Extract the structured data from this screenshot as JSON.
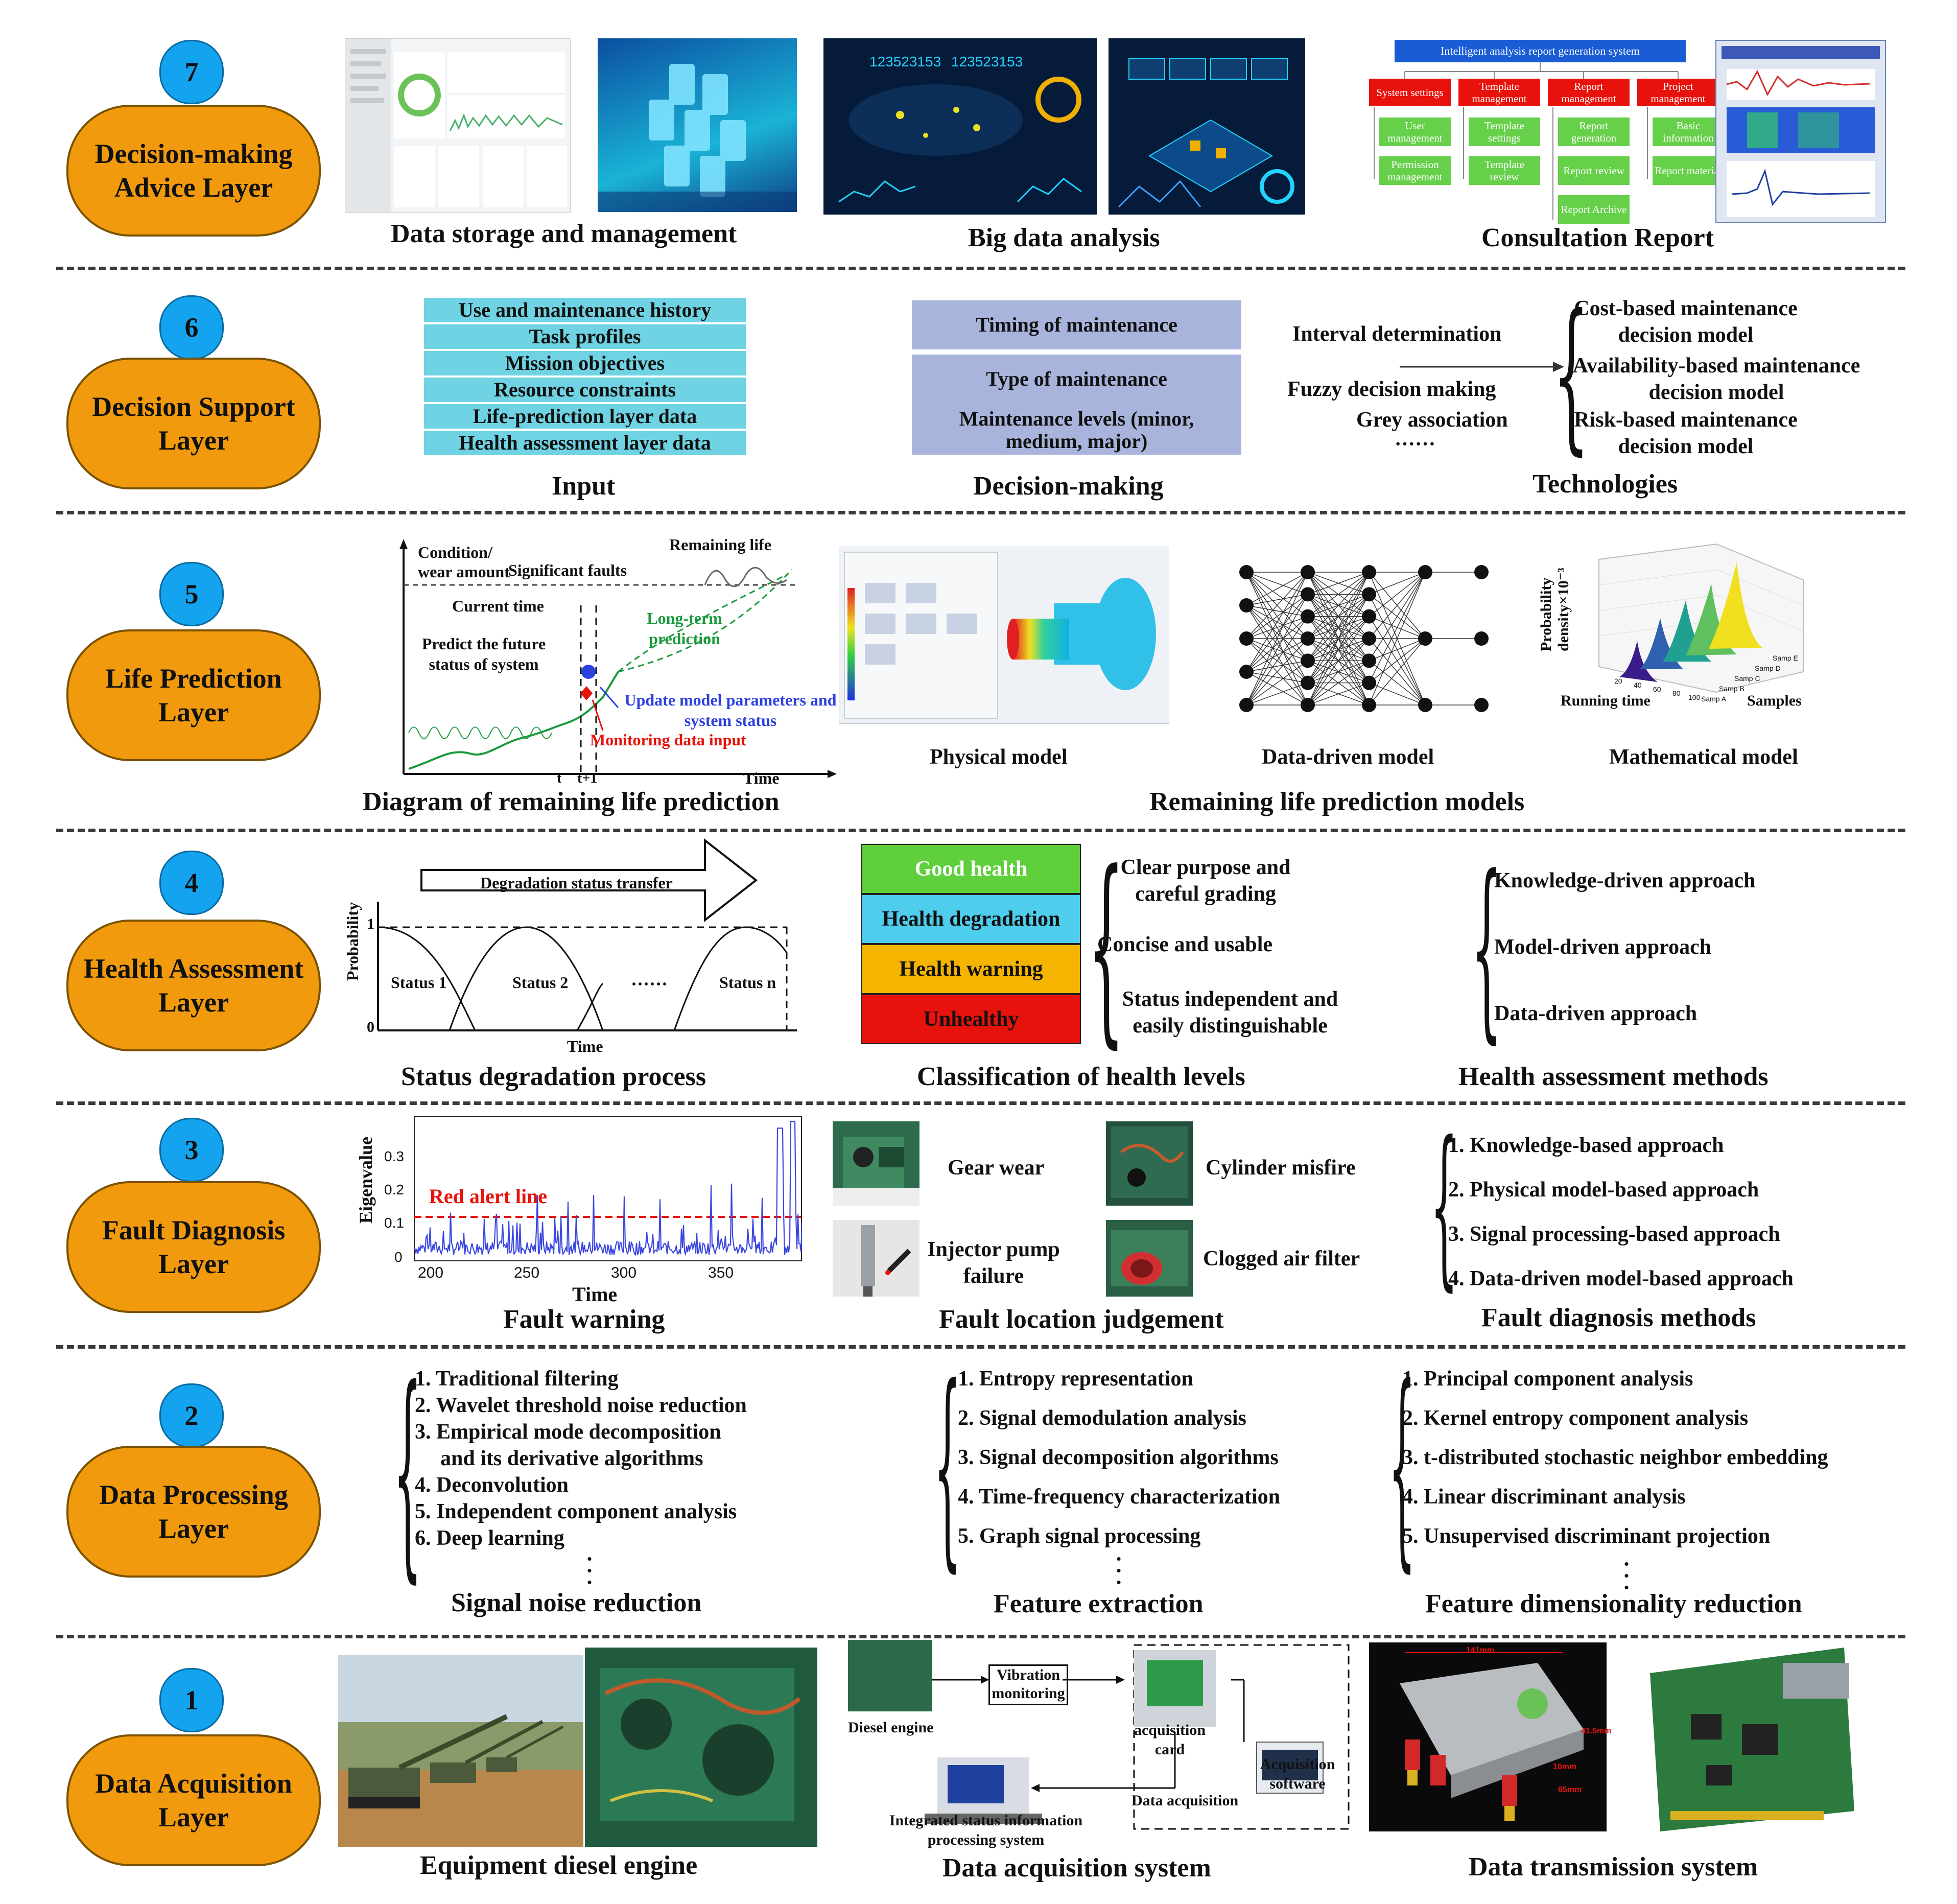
{
  "layers": [
    {
      "num": "7",
      "name": "Decision-making Advice Layer"
    },
    {
      "num": "6",
      "name": "Decision Support Layer"
    },
    {
      "num": "5",
      "name": "Life Prediction Layer"
    },
    {
      "num": "4",
      "name": "Health Assessment Layer"
    },
    {
      "num": "3",
      "name": "Fault Diagnosis Layer"
    },
    {
      "num": "2",
      "name": "Data Processing Layer"
    },
    {
      "num": "1",
      "name": "Data Acquisition Layer"
    }
  ],
  "l7": {
    "cap_storage": "Data storage and management",
    "cap_bigdata": "Big data analysis",
    "cap_report": "Consultation Report",
    "report_title": "Intelligent analysis report generation system",
    "report_cols": [
      {
        "head": "System settings",
        "items": [
          "User management",
          "Permission management"
        ]
      },
      {
        "head": "Template management",
        "items": [
          "Template settings",
          "Template review"
        ]
      },
      {
        "head": "Report management",
        "items": [
          "Report generation",
          "Report review",
          "Report Archive"
        ]
      },
      {
        "head": "Project management",
        "items": [
          "Basic information",
          "Report material"
        ]
      }
    ],
    "dash_nums": [
      "123523153",
      "123523153"
    ]
  },
  "l6": {
    "inputs": [
      "Use and maintenance history",
      "Task profiles",
      "Mission objectives",
      "Resource constraints",
      "Life-prediction layer data",
      "Health assessment layer data"
    ],
    "decisions": [
      "Timing of maintenance",
      "Type of maintenance",
      "Maintenance levels (minor, medium, major)"
    ],
    "tech_left": [
      "Interval determination",
      "Fuzzy decision making",
      "Grey association",
      "······"
    ],
    "tech_right": [
      "Cost-based maintenance decision model",
      "Availability-based maintenance decision model",
      "Risk-based maintenance decision model"
    ],
    "cap_input": "Input",
    "cap_decision": "Decision-making",
    "cap_tech": "Technologies"
  },
  "l5": {
    "ylabel": "Condition/ wear amount",
    "sig_faults": "Significant faults",
    "remaining": "Remaining life",
    "current": "Current time",
    "predict": "Predict the future status of system",
    "longterm": "Long-term prediction",
    "update": "Update model parameters and system status",
    "monitor": "Monitoring data input",
    "t": "t",
    "t1": "t+1",
    "time": "Time",
    "cap_diagram": "Diagram of remaining life prediction",
    "m_physical": "Physical model",
    "m_data": "Data-driven model",
    "m_math": "Mathematical model",
    "cap_models": "Remaining life prediction models",
    "math_zlabel": "Probability density×10⁻³",
    "math_xlabel": "Running time",
    "math_ylabel": "Samples",
    "math_samples": [
      "Samp A",
      "Samp B",
      "Samp C",
      "Samp D",
      "Samp E"
    ],
    "math_ticks": [
      "20",
      "40",
      "60",
      "80",
      "100"
    ]
  },
  "l4": {
    "arrow": "Degradation status transfer",
    "ylabel": "Probability",
    "y1": "1",
    "y0": "0",
    "xlabel": "Time",
    "statuses": [
      "Status 1",
      "Status 2",
      "······",
      "Status n"
    ],
    "levels": [
      {
        "label": "Good health",
        "color": "#5fcf3c",
        "text": "#ffffff"
      },
      {
        "label": "Health degradation",
        "color": "#4fcdec",
        "text": "#111111"
      },
      {
        "label": "Health warning",
        "color": "#f4b400",
        "text": "#111111"
      },
      {
        "label": "Unhealthy",
        "color": "#e8120c",
        "text": "#111111"
      }
    ],
    "criteria": [
      "Clear purpose and careful grading",
      "Concise and usable",
      "Status independent and easily distinguishable"
    ],
    "methods": [
      "Knowledge-driven approach",
      "Model-driven approach",
      "Data-driven approach"
    ],
    "cap_status": "Status degradation process",
    "cap_class": "Classification of health levels",
    "cap_methods": "Health assessment methods"
  },
  "l3": {
    "ylabel": "Eigenvalue",
    "xlabel": "Time",
    "alert": "Red alert line",
    "yticks": [
      "0",
      "0.1",
      "0.2",
      "0.3"
    ],
    "xticks": [
      "200",
      "250",
      "300",
      "350"
    ],
    "faults": [
      "Gear wear",
      "Cylinder misfire",
      "Injector pump failure",
      "Clogged air filter"
    ],
    "methods": [
      "1. Knowledge-based approach",
      "2. Physical model-based approach",
      "3. Signal processing-based approach",
      "4. Data-driven model-based approach"
    ],
    "cap_warning": "Fault warning",
    "cap_location": "Fault location judgement",
    "cap_methods": "Fault diagnosis methods"
  },
  "l2": {
    "noise": [
      "1. Traditional filtering",
      "2. Wavelet threshold noise reduction",
      "3. Empirical mode decomposition",
      "and its derivative algorithms",
      "4. Deconvolution",
      "5. Independent component analysis",
      "6. Deep learning"
    ],
    "feature": [
      "1. Entropy representation",
      "2. Signal demodulation analysis",
      "3. Signal decomposition algorithms",
      "4. Time-frequency characterization",
      "5. Graph signal processing"
    ],
    "dimred": [
      "1. Principal component analysis",
      "2. Kernel entropy component analysis",
      "3. t-distributed stochastic neighbor embedding",
      "4. Linear discriminant analysis",
      "5. Unsupervised discriminant projection"
    ],
    "cap_noise": "Signal noise reduction",
    "cap_feature": "Feature extraction",
    "cap_dimred": "Feature dimensionality reduction"
  },
  "l1": {
    "diesel": "Diesel engine",
    "vibration": "Vibration monitoring",
    "acq_card": "acquisition card",
    "acq_soft": "Acquisition software",
    "data_acq": "Data acquisition",
    "integrated": "Integrated status information processing system",
    "cap_engine": "Equipment diesel engine",
    "cap_acq": "Data acquisition system",
    "cap_trans": "Data transmission system",
    "dims": [
      "141mm",
      "41.5mm",
      "10mm",
      "65mm"
    ]
  },
  "colors": {
    "layer": "#f29a0e",
    "badge": "#13a3ef",
    "cyan": "#6fd3e3",
    "lilac": "#a8b4dc",
    "alert": "#e8120c",
    "signal": "#3a46e0"
  }
}
